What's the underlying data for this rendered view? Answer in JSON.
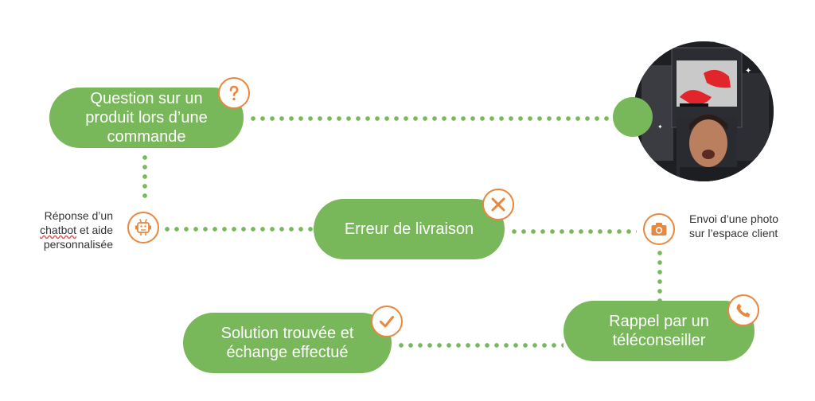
{
  "diagram": {
    "nodes": {
      "question": {
        "lines": [
          "Question sur un",
          "produit lors d’une",
          "commande"
        ],
        "icon": "question-icon"
      },
      "erreur": {
        "lines": [
          "Erreur de livraison"
        ],
        "icon": "close-icon"
      },
      "solution": {
        "lines": [
          "Solution trouvée et",
          "échange effectué"
        ],
        "icon": "check-icon"
      },
      "rappel": {
        "lines": [
          "Rappel par un",
          "téléconseiller"
        ],
        "icon": "phone-icon"
      }
    },
    "side_notes": {
      "reponse": {
        "line1_word": "Réponse d’un",
        "line2_word": "chatbot",
        "line2_rest": " et aide",
        "line3": "personnalisée",
        "icon": "robot-icon"
      },
      "envoi": {
        "lines": [
          "Envoi d’une photo",
          "sur l’espace client"
        ],
        "icon": "camera-icon"
      }
    },
    "photo": {
      "icon": "customer-photo"
    },
    "colors": {
      "green": "#79b85a",
      "orange": "#e8883f",
      "text": "#333333"
    }
  }
}
